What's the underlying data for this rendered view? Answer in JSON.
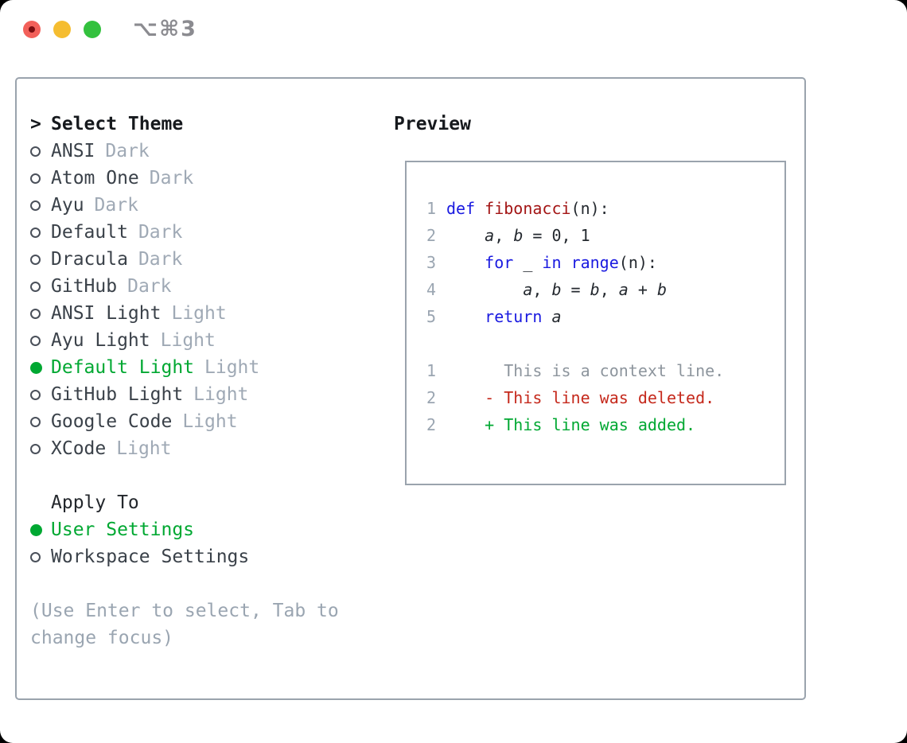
{
  "window": {
    "title": "⌥⌘3"
  },
  "colors": {
    "accent_green": "#00a832",
    "keyword_blue": "#1a1ae0",
    "function_red": "#a31515",
    "deleted_red": "#c5291c",
    "added_green": "#00a832",
    "muted_gray": "#9aa5b1",
    "border_gray": "#9aa3ad",
    "text_dark": "#24292f"
  },
  "theme_picker": {
    "prompt": ">",
    "title": "Select Theme",
    "items": [
      {
        "name": "ANSI",
        "variant": "Dark",
        "selected": false
      },
      {
        "name": "Atom One",
        "variant": "Dark",
        "selected": false
      },
      {
        "name": "Ayu",
        "variant": "Dark",
        "selected": false
      },
      {
        "name": "Default",
        "variant": "Dark",
        "selected": false
      },
      {
        "name": "Dracula",
        "variant": "Dark",
        "selected": false
      },
      {
        "name": "GitHub",
        "variant": "Dark",
        "selected": false
      },
      {
        "name": "ANSI Light",
        "variant": "Light",
        "selected": false
      },
      {
        "name": "Ayu Light",
        "variant": "Light",
        "selected": false
      },
      {
        "name": "Default Light",
        "variant": "Light",
        "selected": true
      },
      {
        "name": "GitHub Light",
        "variant": "Light",
        "selected": false
      },
      {
        "name": "Google Code",
        "variant": "Light",
        "selected": false
      },
      {
        "name": "XCode",
        "variant": "Light",
        "selected": false
      }
    ]
  },
  "apply_to": {
    "title": "Apply To",
    "options": [
      {
        "label": "User Settings",
        "selected": true
      },
      {
        "label": "Workspace Settings",
        "selected": false
      }
    ]
  },
  "hint": "(Use Enter to select, Tab to change focus)",
  "preview": {
    "title": "Preview",
    "lines": [
      {
        "num": "1",
        "tokens": [
          [
            "def",
            "kw"
          ],
          [
            " ",
            "pl"
          ],
          [
            "fibonacci",
            "fn"
          ],
          [
            "(n):",
            "pl"
          ]
        ]
      },
      {
        "num": "2",
        "tokens": [
          [
            "    ",
            "pl"
          ],
          [
            "a",
            "var"
          ],
          [
            ", ",
            "pl"
          ],
          [
            "b",
            "var"
          ],
          [
            " = 0, 1",
            "pl"
          ]
        ]
      },
      {
        "num": "3",
        "tokens": [
          [
            "    ",
            "pl"
          ],
          [
            "for",
            "kw"
          ],
          [
            " _ ",
            "pl"
          ],
          [
            "in",
            "kw"
          ],
          [
            " ",
            "pl"
          ],
          [
            "range",
            "kw"
          ],
          [
            "(n):",
            "pl"
          ]
        ]
      },
      {
        "num": "4",
        "tokens": [
          [
            "        ",
            "pl"
          ],
          [
            "a",
            "var"
          ],
          [
            ", ",
            "pl"
          ],
          [
            "b",
            "var"
          ],
          [
            " = ",
            "pl"
          ],
          [
            "b",
            "var"
          ],
          [
            ", ",
            "pl"
          ],
          [
            "a",
            "var"
          ],
          [
            " + ",
            "pl"
          ],
          [
            "b",
            "var"
          ]
        ]
      },
      {
        "num": "5",
        "tokens": [
          [
            "    ",
            "pl"
          ],
          [
            "return",
            "kw"
          ],
          [
            " ",
            "pl"
          ],
          [
            "a",
            "var"
          ]
        ]
      },
      {
        "num": "",
        "tokens": []
      },
      {
        "num": "1",
        "tokens": [
          [
            "      This is a context line.",
            "ctx"
          ]
        ]
      },
      {
        "num": "2",
        "tokens": [
          [
            "    ",
            "pl"
          ],
          [
            "- This line was deleted.",
            "del"
          ]
        ]
      },
      {
        "num": "2",
        "tokens": [
          [
            "    ",
            "pl"
          ],
          [
            "+ This line was added.",
            "add"
          ]
        ]
      }
    ]
  }
}
